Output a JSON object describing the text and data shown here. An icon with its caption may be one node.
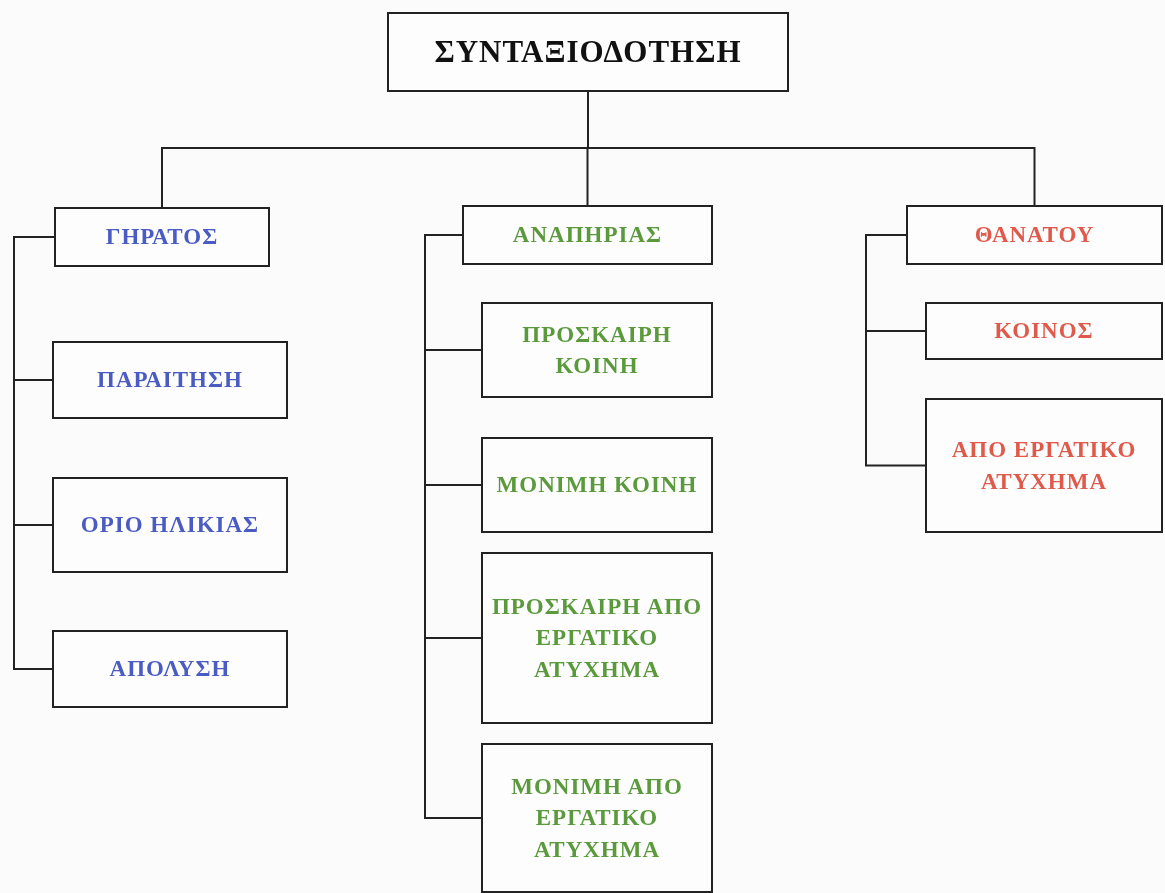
{
  "diagram": {
    "nodes": [
      {
        "text": [
          "ΣΥΝΤΑΞΙΟΔΟΤΗΣΗ"
        ]
      },
      {
        "text": [
          "ΓΗΡΑΤΟΣ"
        ]
      },
      {
        "text": [
          "ΑΝΑΠΗΡΙΑΣ"
        ]
      },
      {
        "text": [
          "ΘΑΝΑΤΟΥ"
        ]
      },
      {
        "text": [
          "ΠΑΡΑΙΤΗΣΗ"
        ]
      },
      {
        "text": [
          "ΟΡΙΟ ΗΛΙΚΙΑΣ"
        ]
      },
      {
        "text": [
          "ΑΠΟΛΥΣΗ"
        ]
      },
      {
        "text": [
          "ΠΡΟΣΚΑΙΡΗ ΚΟΙΝΗ"
        ]
      },
      {
        "text": [
          "ΜΟΝΙΜΗ ΚΟΙΝΗ"
        ]
      },
      {
        "text": [
          "ΠΡΟΣΚΑΙΡΗ ΑΠΟ ΕΡΓΑΤΙΚΟ ΑΤΥΧΗΜΑ"
        ]
      },
      {
        "text": [
          "ΜΟΝΙΜΗ ΑΠΟ ΕΡΓΑΤΙΚΟ ΑΤΥΧΗΜΑ"
        ]
      },
      {
        "text": [
          "ΚΟΙΝΟΣ"
        ]
      },
      {
        "text": [
          "ΑΠΟ ΕΡΓΑΤΙΚΟ ΑΤΥΧΗΜΑ"
        ]
      }
    ],
    "edges": [
      {
        "from": 0,
        "to": 1,
        "arrow": "none"
      },
      {
        "from": 0,
        "to": 2,
        "arrow": "none"
      },
      {
        "from": 0,
        "to": 3,
        "arrow": "none"
      },
      {
        "from": 1,
        "to": 4,
        "arrow": "none"
      },
      {
        "from": 1,
        "to": 5,
        "arrow": "none"
      },
      {
        "from": 1,
        "to": 6,
        "arrow": "none"
      },
      {
        "from": 2,
        "to": 7,
        "arrow": "none"
      },
      {
        "from": 2,
        "to": 8,
        "arrow": "none"
      },
      {
        "from": 2,
        "to": 9,
        "arrow": "none"
      },
      {
        "from": 2,
        "to": 10,
        "arrow": "none"
      },
      {
        "from": 3,
        "to": 11,
        "arrow": "none"
      },
      {
        "from": 3,
        "to": 12,
        "arrow": "none"
      }
    ]
  }
}
